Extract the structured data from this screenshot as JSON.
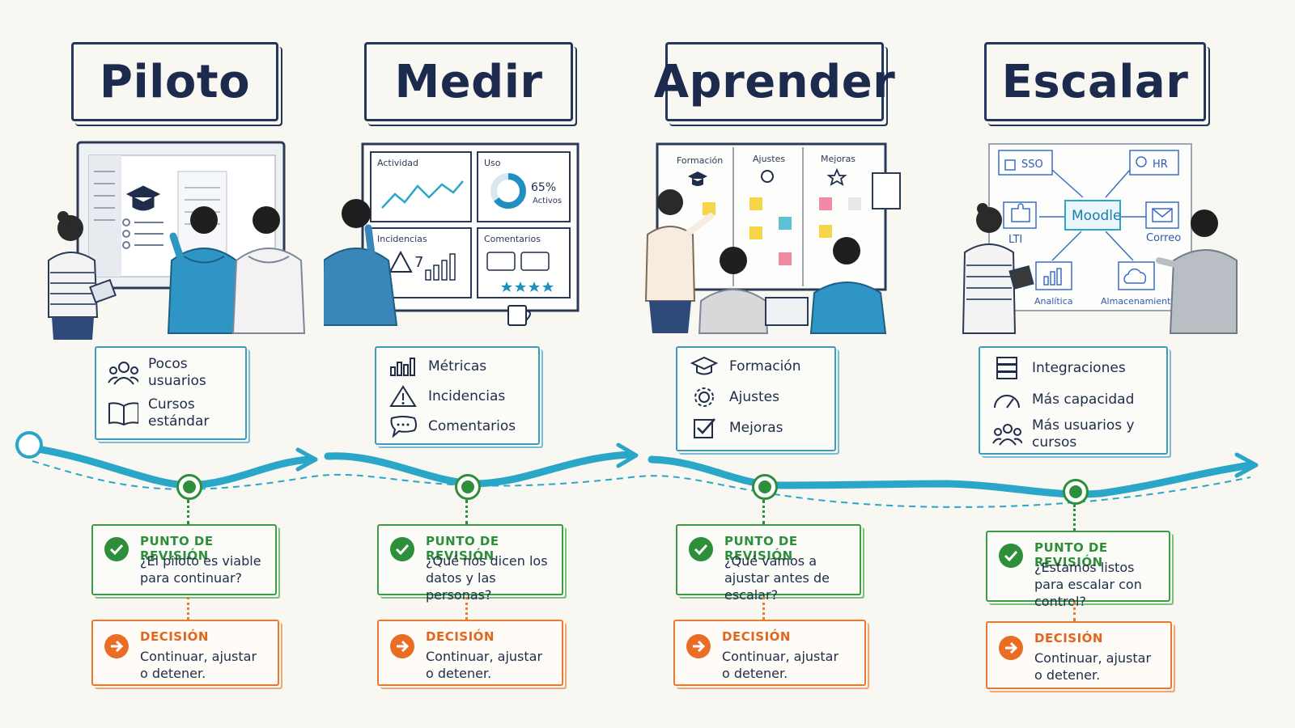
{
  "phases": [
    {
      "title": "Piloto",
      "items": [
        "Pocos usuarios",
        "Cursos estándar"
      ],
      "item_icons": [
        "users-icon",
        "book-icon"
      ],
      "checkpoint": {
        "heading": "PUNTO DE REVISIÓN",
        "question": "¿El piloto es viable para continuar?"
      },
      "decision": {
        "heading": "DECISIÓN",
        "text": "Continuar, ajustar o detener."
      }
    },
    {
      "title": "Medir",
      "items": [
        "Métricas",
        "Incidencias",
        "Comentarios"
      ],
      "item_icons": [
        "bar-chart-icon",
        "warning-icon",
        "comment-icon"
      ],
      "dashboard": {
        "activity_label": "Actividad",
        "usage_label": "Uso",
        "usage_value": "65%",
        "usage_sub": "Activos",
        "usage_fraction": 0.65,
        "incidents_label": "Incidencias",
        "incidents_value": "7",
        "comments_label": "Comentarios"
      },
      "checkpoint": {
        "heading": "PUNTO DE REVISIÓN",
        "question": "¿Qué nos dicen los datos y las personas?"
      },
      "decision": {
        "heading": "DECISIÓN",
        "text": "Continuar, ajustar o detener."
      }
    },
    {
      "title": "Aprender",
      "items": [
        "Formación",
        "Ajustes",
        "Mejoras"
      ],
      "item_icons": [
        "graduation-cap-icon",
        "gear-icon",
        "checkbox-icon"
      ],
      "board": {
        "col1": "Formación",
        "col2": "Ajustes",
        "col3": "Mejoras"
      },
      "checkpoint": {
        "heading": "PUNTO DE REVISIÓN",
        "question": "¿Qué vamos a ajustar antes de escalar?"
      },
      "decision": {
        "heading": "DECISIÓN",
        "text": "Continuar, ajustar o detener."
      }
    },
    {
      "title": "Escalar",
      "items": [
        "Integraciones",
        "Más capacidad",
        "Más usuarios y cursos"
      ],
      "item_icons": [
        "server-icon",
        "gauge-icon",
        "users-icon"
      ],
      "architecture": {
        "center": "Moodle",
        "sso": "SSO",
        "hr": "HR",
        "lti": "LTI",
        "mail": "Correo",
        "analytics": "Analítica",
        "storage": "Almacenamiento"
      },
      "checkpoint": {
        "heading": "PUNTO DE REVISIÓN",
        "question": "¿Estamos listos para escalar con control?"
      },
      "decision": {
        "heading": "DECISIÓN",
        "text": "Continuar, ajustar o detener."
      }
    }
  ],
  "colors": {
    "ink": "#1f2d4a",
    "flow": "#2aa6c9",
    "checkpoint": "#2e8f3a",
    "decision": "#e77a30",
    "person_blue": "#2f95c4"
  }
}
